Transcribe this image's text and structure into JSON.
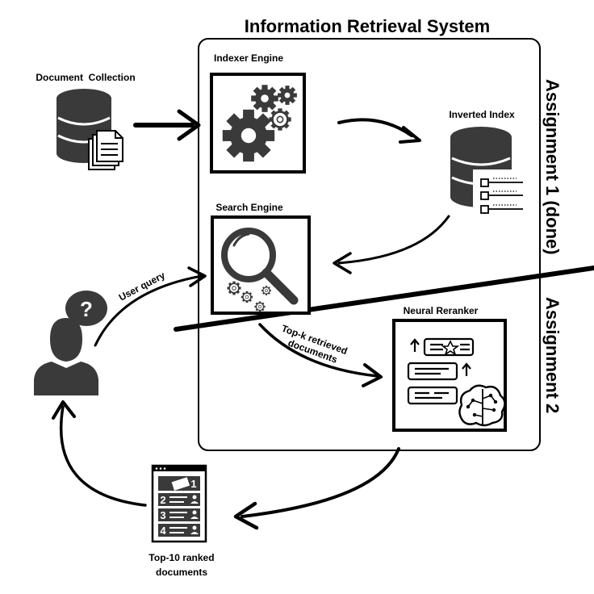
{
  "title": "Information Retrieval System",
  "nodes": {
    "document_collection": {
      "label": "Document  Collection"
    },
    "indexer_engine": {
      "label": "Indexer Engine"
    },
    "inverted_index": {
      "label": "Inverted Index"
    },
    "search_engine": {
      "label": "Search Engine"
    },
    "neural_reranker": {
      "label": "Neural Reranker"
    },
    "user": {
      "label": "?"
    },
    "ranked_docs": {
      "label_line1": "Top-10 ranked",
      "label_line2": "documents",
      "ranks": [
        "1",
        "2",
        "3",
        "4"
      ]
    }
  },
  "edges": {
    "user_query": "User query",
    "topk_line1": "Top-k retrieved",
    "topk_line2": "documents"
  },
  "assignments": {
    "a1": "Assignment 1 (done)",
    "a2": "Assignment 2"
  },
  "colors": {
    "ink": "#000000",
    "icon_dark": "#3a3a3a",
    "bg": "#ffffff"
  }
}
